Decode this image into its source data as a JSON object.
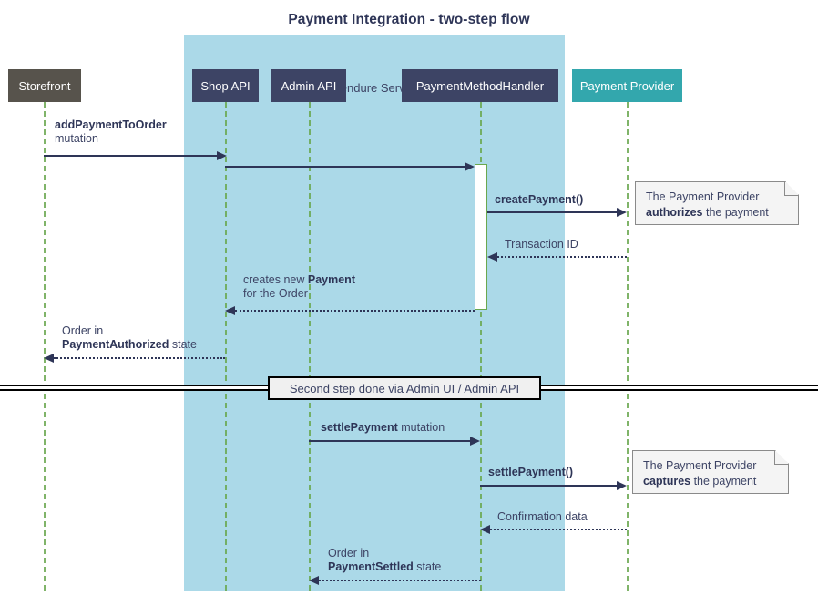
{
  "diagram": {
    "title": "Payment Integration - two-step flow",
    "type": "sequence-diagram",
    "colors": {
      "group_background": "#abd9e8",
      "participant_dark": "#3d4465",
      "participant_gray": "#57534c",
      "participant_teal": "#33a7ad",
      "lifeline": "#6aa84f",
      "message": "#2e3557",
      "note_background": "#f4f4f4",
      "text": "#3d4465"
    }
  },
  "group": {
    "label": "Vendure Server"
  },
  "participants": [
    {
      "id": "storefront",
      "label": "Storefront",
      "style": "gray"
    },
    {
      "id": "shop-api",
      "label": "Shop API",
      "style": "dark"
    },
    {
      "id": "admin-api",
      "label": "Admin API",
      "style": "dark"
    },
    {
      "id": "payment-method-handler",
      "label": "PaymentMethodHandler",
      "style": "dark"
    },
    {
      "id": "payment-provider",
      "label": "Payment Provider",
      "style": "teal"
    }
  ],
  "messages": [
    {
      "id": "add-payment-to-order",
      "from": "storefront",
      "to": "shop-api",
      "label_bold": "addPaymentToOrder",
      "label_plain": "mutation",
      "kind": "call"
    },
    {
      "id": "shop-api-to-handler",
      "from": "shop-api",
      "to": "payment-method-handler",
      "label_bold": "",
      "label_plain": "",
      "kind": "call"
    },
    {
      "id": "create-payment",
      "from": "payment-method-handler",
      "to": "payment-provider",
      "label_bold": "createPayment()",
      "label_plain": "",
      "kind": "call"
    },
    {
      "id": "transaction-id",
      "from": "payment-provider",
      "to": "payment-method-handler",
      "label_bold": "",
      "label_plain": "Transaction ID",
      "kind": "return"
    },
    {
      "id": "creates-new-payment",
      "from": "payment-method-handler",
      "to": "shop-api",
      "label_line1_plain": "creates new ",
      "label_line1_bold": "Payment",
      "label_line2_plain": "for the Order",
      "kind": "return"
    },
    {
      "id": "order-payment-authorized",
      "from": "shop-api",
      "to": "storefront",
      "label_line1_plain": "Order in",
      "label_line2_bold": "PaymentAuthorized",
      "label_line2_plain": " state",
      "kind": "return"
    },
    {
      "id": "settle-payment-mutation",
      "from": "admin-api",
      "to": "payment-method-handler",
      "label_bold": "settlePayment",
      "label_plain": " mutation",
      "kind": "call"
    },
    {
      "id": "settle-payment-call",
      "from": "payment-method-handler",
      "to": "payment-provider",
      "label_bold": "settlePayment()",
      "label_plain": "",
      "kind": "call"
    },
    {
      "id": "confirmation-data",
      "from": "payment-provider",
      "to": "payment-method-handler",
      "label_bold": "",
      "label_plain": "Confirmation data",
      "kind": "return"
    },
    {
      "id": "order-payment-settled",
      "from": "payment-method-handler",
      "to": "admin-api",
      "label_line1_plain": "Order in",
      "label_line2_bold": "PaymentSettled",
      "label_line2_plain": " state",
      "kind": "return"
    }
  ],
  "notes": [
    {
      "id": "note-authorizes",
      "line1": "The Payment Provider",
      "line2_bold": "authorizes",
      "line2_plain": " the payment"
    },
    {
      "id": "note-captures",
      "line1": "The Payment Provider",
      "line2_bold": "captures",
      "line2_plain": " the payment"
    }
  ],
  "divider": {
    "label": "Second step done via Admin UI / Admin API"
  }
}
